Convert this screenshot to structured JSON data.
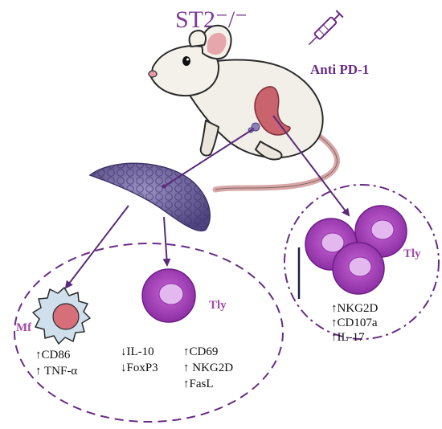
{
  "title": "ST2⁻/⁻",
  "treatment": "Anti PD-1",
  "spleen_panel": {
    "cell_label": "Tly",
    "markers": [
      "↑NKG2D",
      "↑CD107a",
      "↑IL-17"
    ]
  },
  "tumor_panel": {
    "macrophage_label": "Mf",
    "macrophage_markers": [
      "↑CD86",
      "↑ TNF-α"
    ],
    "tly_label": "Tly",
    "tly_markers_left": [
      "↓IL-10",
      "↓FoxP3"
    ],
    "tly_markers_right": [
      "↑CD69",
      "↑ NKG2D",
      "↑FasL"
    ]
  },
  "colors": {
    "purple": "#7b3a96",
    "cell_magenta": "#b24bc6",
    "cell_core": "#e3b8ee",
    "macrophage_body": "#cfe0ec",
    "macrophage_core": "#d66f7a",
    "spleen": "#c9636e",
    "tumor": "#7d6fa6"
  }
}
